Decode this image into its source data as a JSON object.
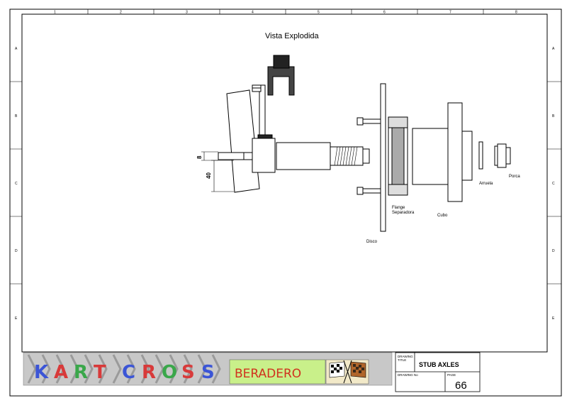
{
  "drawing": {
    "view_title": "Vista Explodida",
    "top_zones": [
      "1",
      "2",
      "3",
      "4",
      "5",
      "6",
      "7",
      "8"
    ],
    "side_zones": [
      "A",
      "B",
      "C",
      "D",
      "E"
    ],
    "labels": {
      "disco": "Disco",
      "flange": [
        "Flange",
        "Separadora"
      ],
      "cubo": "Cubo",
      "arruela": "Arruela",
      "porca": "Porca"
    },
    "dimensions": {
      "small": "8",
      "large": "40"
    }
  },
  "title_block": {
    "drawing_title_label": [
      "DRAWING",
      "TITLE"
    ],
    "drawing_title": "STUB AXLES",
    "drawing_no_label": "DRAWING No",
    "page_label": "PAGE",
    "page_number": "66"
  },
  "logo": {
    "kart_cross_letters": [
      "K",
      "A",
      "R",
      "T",
      " ",
      "C",
      "R",
      "O",
      "S",
      "S"
    ],
    "kart_cross_colors": [
      "#3b55d6",
      "#d83a3a",
      "#3aa74a",
      "#d83a3a",
      "",
      "#3b55d6",
      "#d83a3a",
      "#3aa74a",
      "#d83a3a",
      "#3b55d6"
    ],
    "beradero": "BERADERO",
    "beradero_bg": "#c9f08a",
    "beradero_color": "#d0321e"
  }
}
